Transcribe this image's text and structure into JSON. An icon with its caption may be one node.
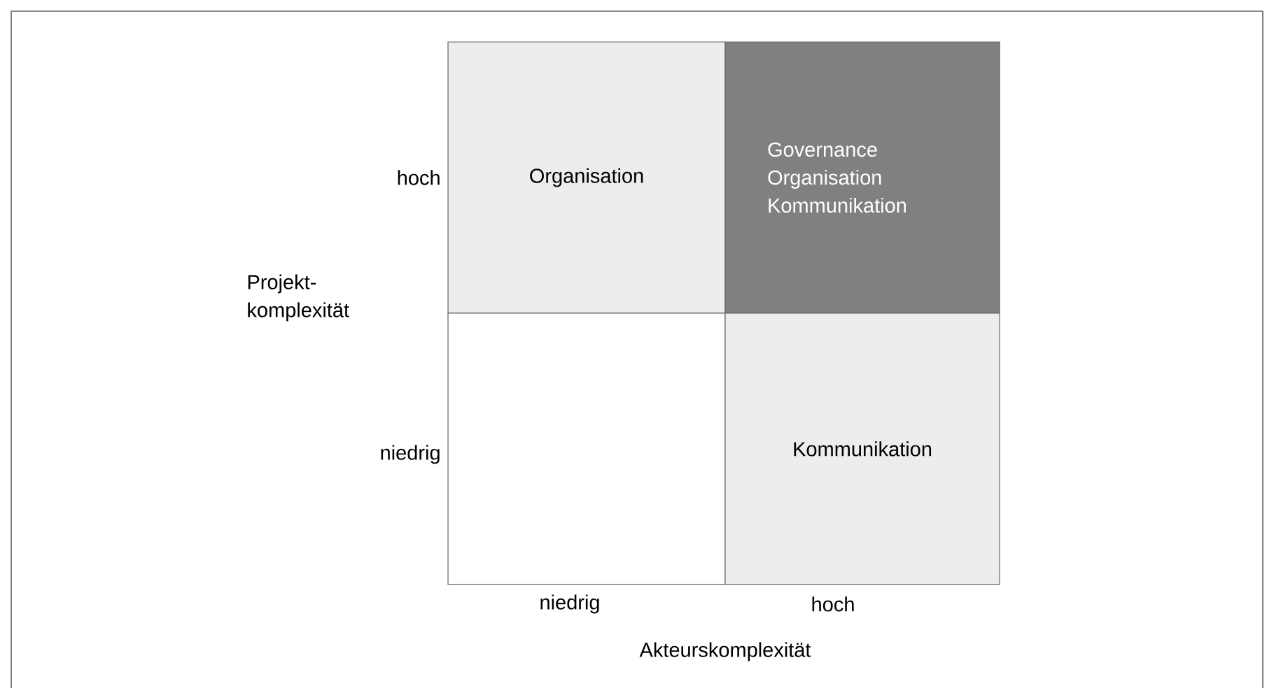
{
  "diagram": {
    "nodes": [
      {
        "text": [
          "Organisation"
        ]
      },
      {
        "text": [
          "Governance",
          "Organisation",
          "Kommunikation"
        ]
      },
      {
        "text": [],
        "shape": "box"
      },
      {
        "text": [
          "Kommunikation"
        ]
      }
    ],
    "labels": [
      "hoch",
      "Projekt-komplexität",
      "niedrig",
      "niedrig",
      "hoch",
      "Akteurskomplexität"
    ]
  }
}
